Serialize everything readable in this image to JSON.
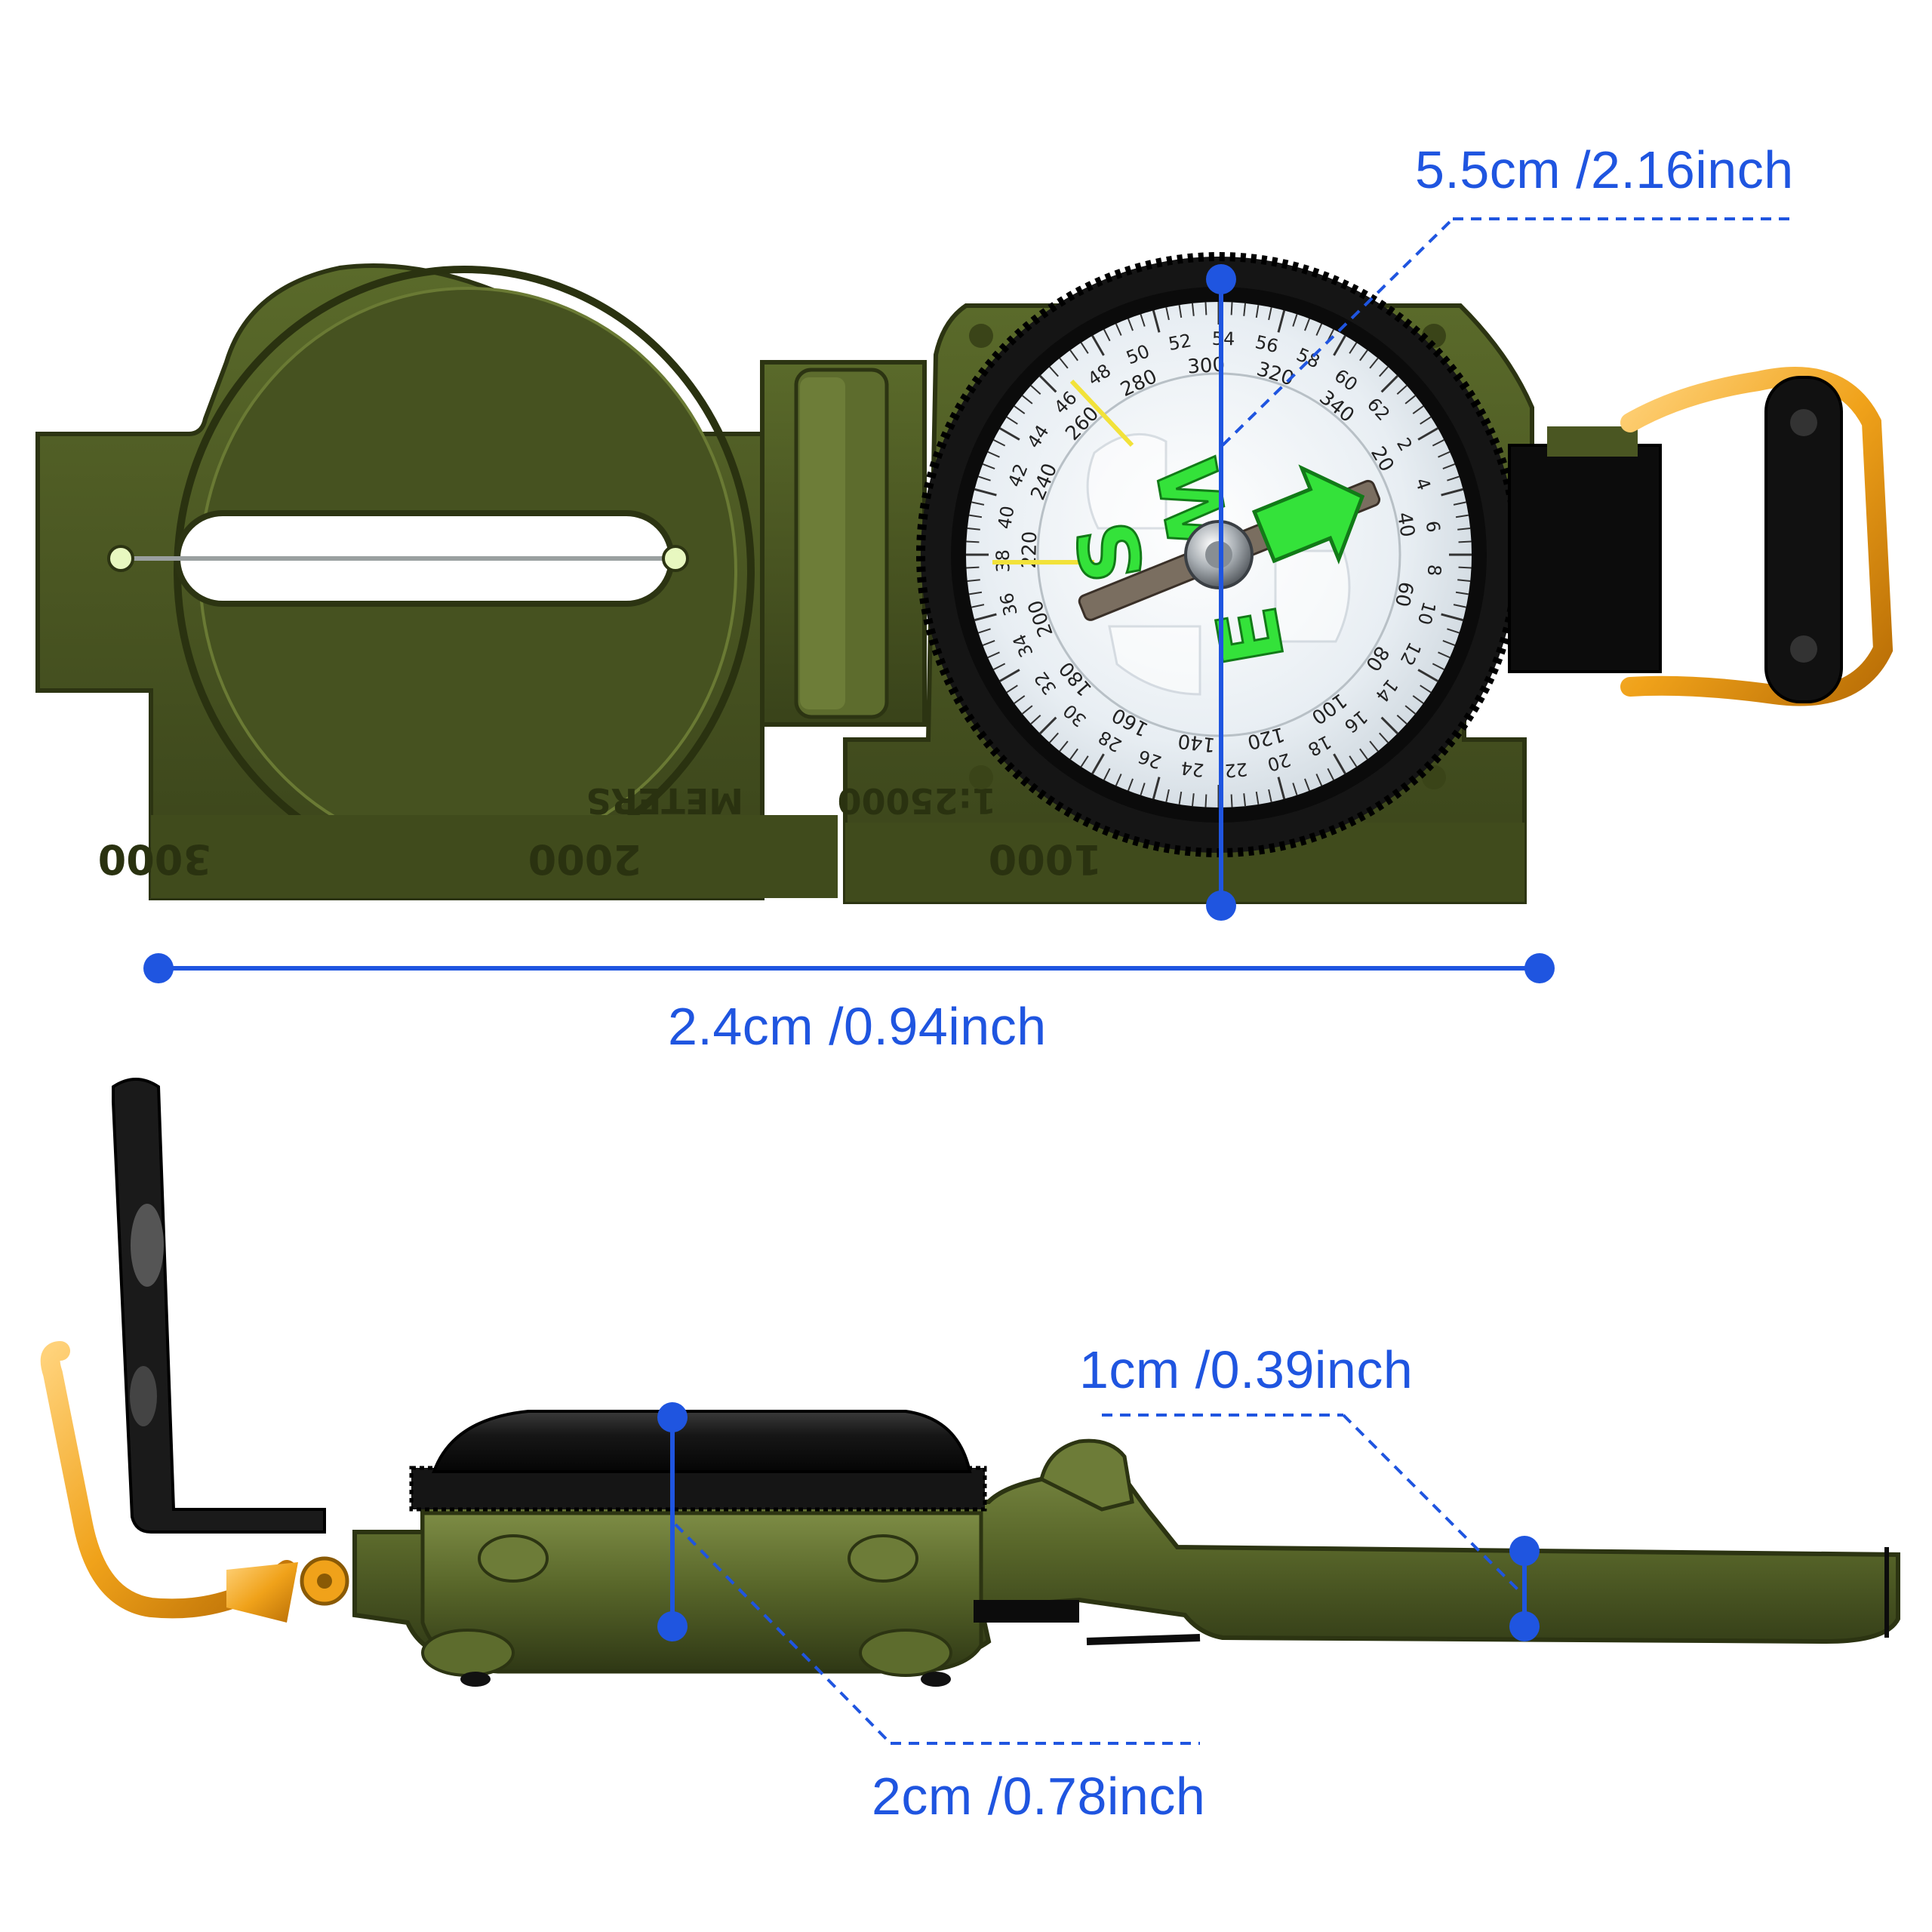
{
  "colors": {
    "dimension": "#1f55e0",
    "body_olive": "#4a5622",
    "body_olive_light": "#6b7a35",
    "body_olive_dark": "#2c3412",
    "brass": "#f0a21a",
    "glow_green": "#34e23a",
    "dial_face": "#eef3f7",
    "bezel": "#151515"
  },
  "dimensions": {
    "dial_height": "5.5cm /2.16inch",
    "body_length": "2.4cm /0.94inch",
    "body_thickness": "1cm /0.39inch",
    "dial_thickness": "2cm /0.78inch"
  },
  "compass": {
    "ruler_marks": [
      "3000",
      "2000",
      "1000"
    ],
    "cover_text": "METERS",
    "scale_text": "1:25000",
    "cardinals": {
      "west": "W",
      "south": "S",
      "east": "E"
    },
    "outer_ring": [
      "50",
      "52",
      "54",
      "56",
      "58",
      "60",
      "62",
      "2",
      "4",
      "6",
      "8",
      "10",
      "12",
      "14",
      "16",
      "18",
      "20",
      "22",
      "24",
      "26",
      "28",
      "30",
      "32",
      "34",
      "36",
      "38",
      "40",
      "42",
      "44",
      "46",
      "48"
    ],
    "inner_ring": [
      "280",
      "300",
      "320",
      "340",
      "20",
      "40",
      "60",
      "80",
      "100",
      "120",
      "140",
      "160",
      "180",
      "200",
      "220",
      "240",
      "260"
    ]
  },
  "icons": {
    "arrow": "north-arrow-icon",
    "pivot": "pivot-icon",
    "dot": "dimension-dot-icon"
  }
}
